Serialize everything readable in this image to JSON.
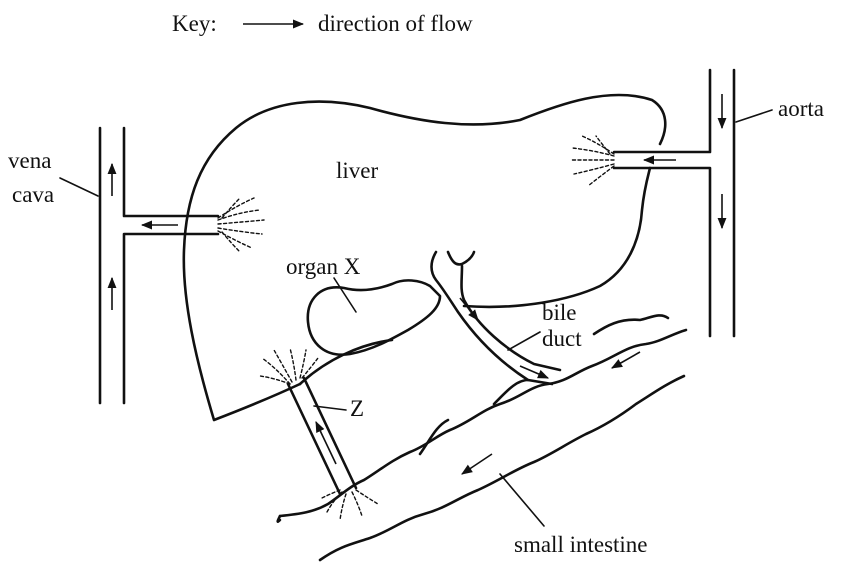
{
  "key": {
    "title": "Key:",
    "description": "direction of flow"
  },
  "labels": {
    "vena_cava_line1": "vena",
    "vena_cava_line2": "cava",
    "liver": "liver",
    "aorta": "aorta",
    "organ_x": "organ X",
    "bile_line1": "bile",
    "bile_line2": "duct",
    "z": "Z",
    "small_intestine": "small intestine"
  }
}
